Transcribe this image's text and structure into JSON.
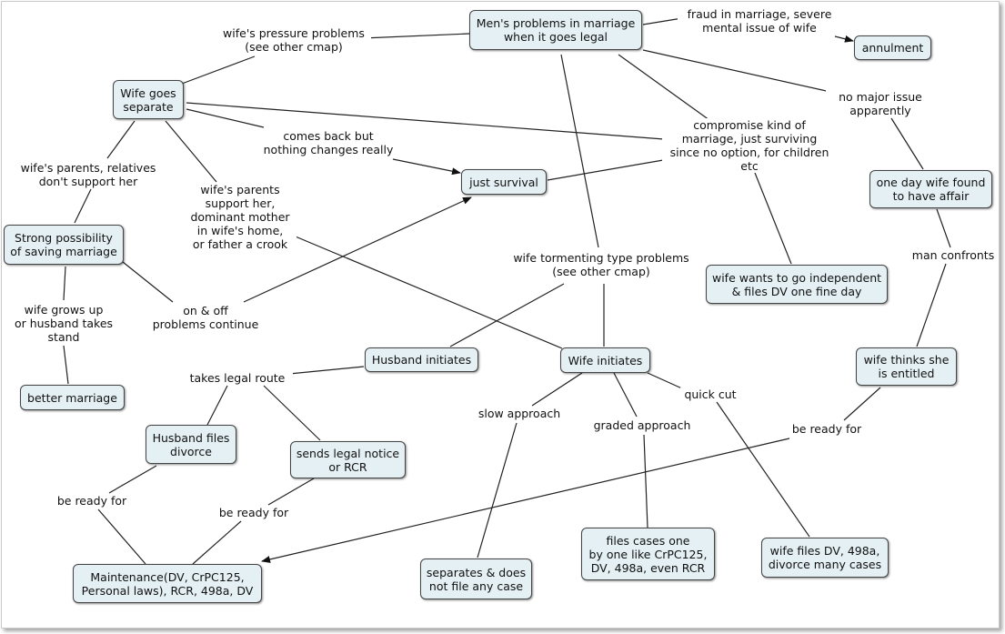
{
  "concepts": {
    "mens_problems": "Men's problems in marriage\nwhen it goes legal",
    "annulment": "annulment",
    "wife_goes_separate": "Wife goes\nseparate",
    "just_survival": "just survival",
    "one_day_wife": "one day wife found\nto have affair",
    "strong_possibility": "Strong possibility\nof saving marriage",
    "wife_independent": "wife wants to go independent\n& files DV one fine day",
    "husband_initiates": "Husband initiates",
    "wife_initiates": "Wife initiates",
    "wife_thinks": "wife thinks she\nis entitled",
    "better_marriage": "better marriage",
    "husband_files": "Husband files\ndivorce",
    "sends_notice": "sends legal notice\nor RCR",
    "files_cases": "files cases one\nby one like CrPC125,\nDV, 498a, even RCR",
    "wife_files_dv": "wife files DV, 498a,\ndivorce many cases",
    "separates": "separates & does\nnot file any case",
    "maintenance": "Maintenance(DV, CrPC125,\nPersonal laws), RCR, 498a, DV"
  },
  "linking_phrases": {
    "pressure": "wife's pressure problems\n(see other cmap)",
    "fraud": "fraud in marriage, severe\nmental issue of wife",
    "no_major": "no major issue\napparently",
    "compromise": "compromise kind of\nmarriage, just surviving\nsince no option, for children\netc",
    "comes_back": "comes back but\nnothing changes really",
    "parents_no": "wife's parents, relatives\ndon't support her",
    "parents_support": "wife's parents\nsupport her,\ndominant mother\nin wife's home,\nor father a crook",
    "man_confronts": "man confronts",
    "tormenting": "wife tormenting type problems\n(see other cmap)",
    "grows_up": "wife grows up\nor husband takes\nstand",
    "on_off": "on & off\nproblems continue",
    "legal_route": "takes legal route",
    "slow": "slow approach",
    "graded": "graded approach",
    "quick": "quick cut",
    "ready_wife": "be ready for",
    "ready_left": "be ready for",
    "ready_mid": "be ready for"
  },
  "colors": {
    "node_fill": "#e4f0f4",
    "node_border": "#444444",
    "line": "#222222"
  }
}
